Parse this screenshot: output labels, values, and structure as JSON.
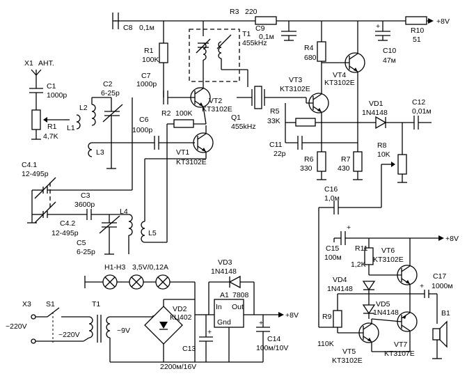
{
  "components": {
    "antenna": {
      "ref": "X1",
      "value": "АНТ."
    },
    "C1": {
      "ref": "C1",
      "value": "1000p"
    },
    "R1": {
      "ref": "R1",
      "value": "4,7K"
    },
    "L1": {
      "ref": "L1"
    },
    "L2": {
      "ref": "L2"
    },
    "L3": {
      "ref": "L3"
    },
    "C2": {
      "ref": "C2",
      "value": "6-25p"
    },
    "C41": {
      "ref": "C4.1",
      "value": "12-495p"
    },
    "C42": {
      "ref": "C4.2",
      "value": "12-495p"
    },
    "C3": {
      "ref": "C3",
      "value": "3600p"
    },
    "L4": {
      "ref": "L4"
    },
    "L5": {
      "ref": "L5"
    },
    "C5": {
      "ref": "C5",
      "value": "6-25p"
    },
    "C6": {
      "ref": "C6",
      "value": "1000p"
    },
    "C7": {
      "ref": "C7",
      "value": "1000p"
    },
    "C8": {
      "ref": "C8",
      "value": "0,1м"
    },
    "R1b": {
      "ref": "R1",
      "value": "100K"
    },
    "R2": {
      "ref": "R2",
      "value": "100K"
    },
    "VT1": {
      "ref": "VT1",
      "value": "KT3102E"
    },
    "VT2": {
      "ref": "VT2",
      "value": "KT3102E"
    },
    "T1": {
      "ref": "T1",
      "value": "455kHz"
    },
    "Q1": {
      "ref": "Q1",
      "value": "455kHz"
    },
    "R3": {
      "ref": "R3",
      "value": "220"
    },
    "C9": {
      "ref": "C9",
      "value": "0,1м"
    },
    "R4": {
      "ref": "R4",
      "value": "680"
    },
    "VT3": {
      "ref": "VT3",
      "value": "KT3102E"
    },
    "VT4": {
      "ref": "VT4",
      "value": "KT3102E"
    },
    "R5": {
      "ref": "R5",
      "value": "33K"
    },
    "C11": {
      "ref": "C11",
      "value": "22p"
    },
    "R6": {
      "ref": "R6",
      "value": "330"
    },
    "R7": {
      "ref": "R7",
      "value": "430"
    },
    "C10": {
      "ref": "C10",
      "value": "47м"
    },
    "R10": {
      "ref": "R10",
      "value": "51"
    },
    "VD1": {
      "ref": "VD1",
      "value": "1N4148"
    },
    "C12": {
      "ref": "C12",
      "value": "0,01м"
    },
    "R8": {
      "ref": "R8",
      "value": "10K"
    },
    "C16": {
      "ref": "C16",
      "value": "1,0м"
    },
    "C15": {
      "ref": "C15",
      "value": "100м"
    },
    "R11": {
      "ref": "R11",
      "value": "1,2K"
    },
    "VT6": {
      "ref": "VT6",
      "value": "KT3102E"
    },
    "VD4": {
      "ref": "VD4",
      "value": "1N4148"
    },
    "VD5": {
      "ref": "VD5",
      "value": "1N4148"
    },
    "R9": {
      "ref": "R9",
      "value": "110K"
    },
    "VT5": {
      "ref": "VT5",
      "value": "KT3102E"
    },
    "VT7": {
      "ref": "VT7",
      "value": "KT3107E"
    },
    "C17": {
      "ref": "C17",
      "value": "1000м"
    },
    "B1": {
      "ref": "B1"
    },
    "lamps": {
      "ref": "H1-H3",
      "value": "3,5V/0,12A"
    },
    "VD3": {
      "ref": "VD3",
      "value": "1N4148"
    },
    "A1": {
      "ref": "A1",
      "value": "7808"
    },
    "A1_in": "In",
    "A1_gnd": "Gnd",
    "A1_out": "Out",
    "C14": {
      "ref": "C14",
      "value": "100м/10V"
    },
    "C13": {
      "ref": "C13",
      "value": "2200м/16V"
    },
    "VD2": {
      "ref": "VD2",
      "value": "КЦ402"
    },
    "T1p": {
      "ref": "T1"
    },
    "X3": {
      "ref": "X3",
      "value": "~220V"
    },
    "S1": {
      "ref": "S1"
    },
    "prim": "~220V",
    "sec": "~9V"
  },
  "rails": {
    "top": "+8V",
    "audio": "+8V",
    "psu": "+8V"
  }
}
